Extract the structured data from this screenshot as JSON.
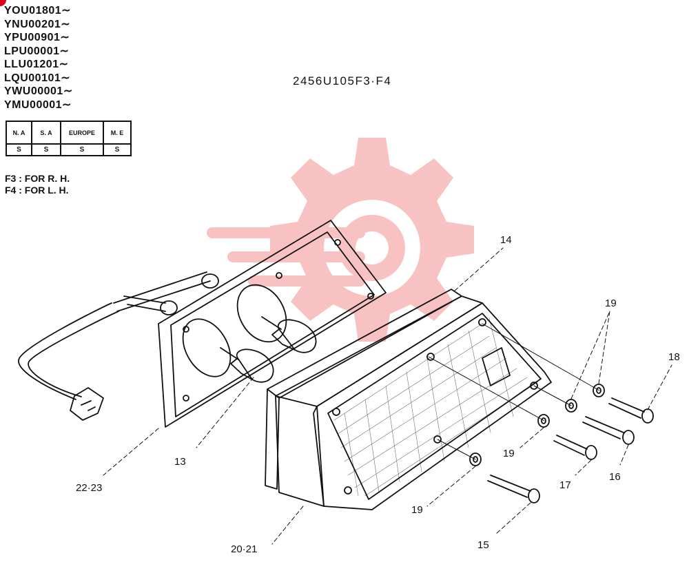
{
  "serial_numbers": [
    "YOU01801∼",
    "YNU00201∼",
    "YPU00901∼",
    "LPU00001∼",
    "LLU01201∼",
    "LQU00101∼",
    "YWU00001∼",
    "YMU00001∼"
  ],
  "figure_code": "2456U105F3·F4",
  "market_table": {
    "headers": [
      "N. A",
      "S. A",
      "EUROPE",
      "M. E"
    ],
    "values": [
      "S",
      "S",
      "S",
      "S"
    ]
  },
  "notes": [
    "F3 : FOR R. H.",
    "F4 : FOR L. H."
  ],
  "callouts": {
    "p13": "13",
    "p14": "14",
    "p15": "15",
    "p16": "16",
    "p17": "17",
    "p18": "18",
    "p19a": "19",
    "p19b": "19",
    "p19c": "19",
    "p2021": "20·21",
    "p2223": "22·23"
  },
  "colors": {
    "watermark": "#f7b8b8",
    "line": "#111111",
    "badge": "#d8001a"
  }
}
